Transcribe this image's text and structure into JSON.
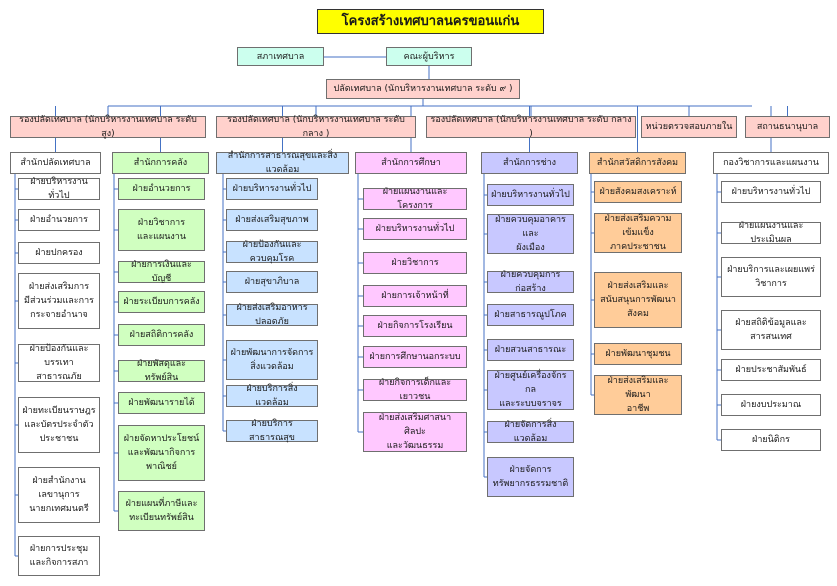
{
  "colors": {
    "title": "#ffff00",
    "council": "#ccffee",
    "executive": "#ccffee",
    "clerk": "#ffd1cc",
    "deputy": "#ffd1cc",
    "white": "#ffffff",
    "finance": "#d0ffc0",
    "health": "#c8e2ff",
    "education": "#ffc8ff",
    "engineering": "#c8c8ff",
    "social": "#ffcc99",
    "line": "#4472c4"
  },
  "title": "โครงสร้างเทศบาลนครขอนแก่น",
  "council": "สภาเทศบาล",
  "executive": "คณะผู้บริหาร",
  "clerk": "ปลัดเทศบาล (นักบริหารงานเทศบาล ระดับ ๙ )",
  "deputies": [
    "รองปลัดเทศบาล (นักบริหารงานเทศบาล ระดับ สูง)",
    "รองปลัดเทศบาล (นักบริหารงานเทศบาล ระดับ กลาง )",
    "รองปลัดเทศบาล (นักบริหารงานเทศบาล ระดับ กลาง )",
    "หน่วยตรวจสอบภายใน",
    "สถานธนานุบาล"
  ],
  "offices": [
    {
      "name": "สำนักปลัดเทศบาล",
      "items": [
        "ฝ่ายบริหารงานทั่วไป",
        "ฝ่ายอำนวยการ",
        "ฝ่ายปกครอง",
        "ฝ่ายส่งเสริมการ\nมีส่วนร่วมและการ\nกระจายอำนาจ",
        "ฝ่ายป้องกันและ\nบรรเทาสาธารณภัย",
        "ฝ่ายทะเบียนราษฎร\nและบัตรประจำตัว\nประชาชน",
        "ฝ่ายสำนักงาน\nเลขานุการ\nนายกเทศมนตรี",
        "ฝ่ายการประชุม\nและกิจการสภา"
      ]
    },
    {
      "name": "สำนักการคลัง",
      "items": [
        "ฝ่ายอำนวยการ",
        "ฝ่ายวิชาการ\nและแผนงาน",
        "ฝ่ายการเงินและบัญชี",
        "ฝ่ายระเบียบการคลัง",
        "ฝ่ายสถิติการคลัง",
        "ฝ่ายพัสดุและทรัพย์สิน",
        "ฝ่ายพัฒนารายได้",
        "ฝ่ายจัดหาประโยชน์\nและพัฒนากิจการ\nพาณิชย์",
        "ฝ่ายแผนที่ภาษีและ\nทะเบียนทรัพย์สิน"
      ]
    },
    {
      "name": "สำนักการสาธารณสุขและสิ่งแวดล้อม",
      "items": [
        "ฝ่ายบริหารงานทั่วไป",
        "ฝ่ายส่งเสริมสุขภาพ",
        "ฝ่ายป้องกันและควบคุมโรค",
        "ฝ่ายสุขาภิบาล",
        "ฝ่ายส่งเสริมอาหารปลอดภัย",
        "ฝ่ายพัฒนาการจัดการ\nสิ่งแวดล้อม",
        "ฝ่ายบริการสิ่งแวดล้อม",
        "ฝ่ายบริการสาธารณสุข"
      ]
    },
    {
      "name": "สำนักการศึกษา",
      "items": [
        "ฝ่ายแผนงานและโครงการ",
        "ฝ่ายบริหารงานทั่วไป",
        "ฝ่ายวิชาการ",
        "ฝ่ายการเจ้าหน้าที่",
        "ฝ่ายกิจการโรงเรียน",
        "ฝ่ายการศึกษานอกระบบ",
        "ฝ่ายกิจการเด็กและเยาวชน",
        "ฝ่ายส่งเสริมศาสนา ศิลปะ\nและวัฒนธรรม"
      ]
    },
    {
      "name": "สำนักการช่าง",
      "items": [
        "ฝ่ายบริหารงานทั่วไป",
        "ฝ่ายควบคุมอาคารและ\nผังเมือง",
        "ฝ่ายควบคุมการก่อสร้าง",
        "ฝ่ายสาธารณูปโภค",
        "ฝ่ายสวนสาธารณะ",
        "ฝ่ายศูนย์เครื่องจักรกล\nและระบบจราจร",
        "ฝ่ายจัดการสิ่งแวดล้อม",
        "ฝ่ายจัดการ\nทรัพยากรธรรมชาติ"
      ]
    },
    {
      "name": "สำนักสวัสดิการสังคม",
      "items": [
        "ฝ่ายสังคมสงเคราะห์",
        "ฝ่ายส่งเสริมความเข้มแข็ง\nภาคประชาชน",
        "ฝ่ายส่งเสริมและ\nสนับสนุนการพัฒนา\nสังคม",
        "ฝ่ายพัฒนาชุมชน",
        "ฝ่ายส่งเสริมและพัฒนา\nอาชีพ"
      ]
    },
    {
      "name": "กองวิชาการและแผนงาน",
      "items": [
        "ฝ่ายบริหารงานทั่วไป",
        "ฝ่ายแผนงานและประเมินผล",
        "ฝ่ายบริการและเผยแพร่\nวิชาการ",
        "ฝ่ายสถิติข้อมูลและ\nสารสนเทศ",
        "ฝ่ายประชาสัมพันธ์",
        "ฝ่ายงบประมาณ",
        "ฝ่ายนิติกร"
      ]
    }
  ]
}
